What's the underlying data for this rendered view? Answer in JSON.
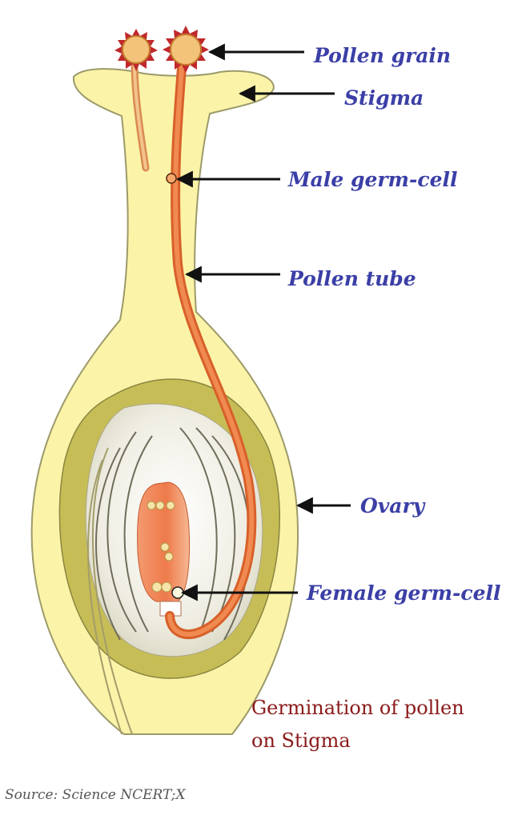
{
  "labels": {
    "pollen_grain": "Pollen grain",
    "stigma": "Stigma",
    "male_germ_cell": "Male germ-cell",
    "pollen_tube": "Pollen tube",
    "ovary": "Ovary",
    "female_germ_cell": "Female germ-cell"
  },
  "caption": {
    "line1": "Germination of pollen",
    "line2": "on Stigma"
  },
  "source": "Source: Science NCERT;X",
  "colors": {
    "label_text": "#3b3fa6",
    "caption_text": "#8b1a1a",
    "pistil_fill": "#fbf3a8",
    "pistil_outline": "#9c9a6a",
    "ovary_wall": "#c7bd56",
    "ovule_interior": "#f1efe4",
    "pollen_tube": "#e8763a",
    "pollen_grain": "#c0282b",
    "embryo_sac": "#ef7d4f"
  }
}
